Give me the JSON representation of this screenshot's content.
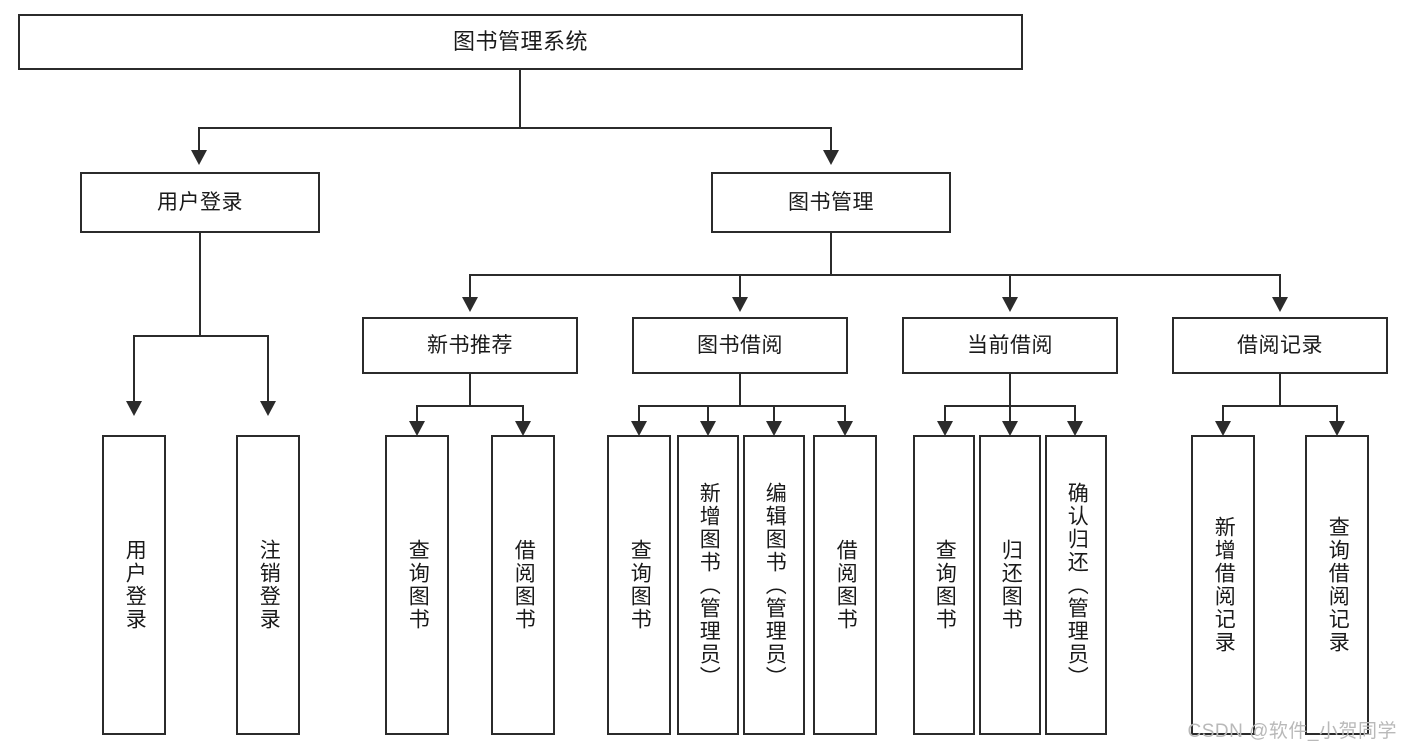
{
  "diagram": {
    "title": "图书管理系统",
    "root": {
      "label": "图书管理系统"
    },
    "level1": [
      {
        "label": "用户登录"
      },
      {
        "label": "图书管理"
      }
    ],
    "level2": [
      {
        "label": "新书推荐"
      },
      {
        "label": "图书借阅"
      },
      {
        "label": "当前借阅"
      },
      {
        "label": "借阅记录"
      }
    ],
    "leaves": {
      "user_login": [
        {
          "label": "用户登录"
        },
        {
          "label": "注销登录"
        }
      ],
      "new_book": [
        {
          "label": "查询图书"
        },
        {
          "label": "借阅图书"
        }
      ],
      "book_borrow": [
        {
          "label": "查询图书"
        },
        {
          "label": "新增图书（管理员）"
        },
        {
          "label": "编辑图书（管理员）"
        },
        {
          "label": "借阅图书"
        }
      ],
      "current_borrow": [
        {
          "label": "查询图书"
        },
        {
          "label": "归还图书"
        },
        {
          "label": "确认归还（管理员）"
        }
      ],
      "borrow_record": [
        {
          "label": "新增借阅记录"
        },
        {
          "label": "查询借阅记录"
        }
      ]
    }
  },
  "watermark": {
    "text": "CSDN @软件_小贺同学"
  },
  "colors": {
    "stroke": "#2b2b2b",
    "background": "#ffffff",
    "text": "#1a1a1a",
    "watermark": "#b9b9b9"
  }
}
